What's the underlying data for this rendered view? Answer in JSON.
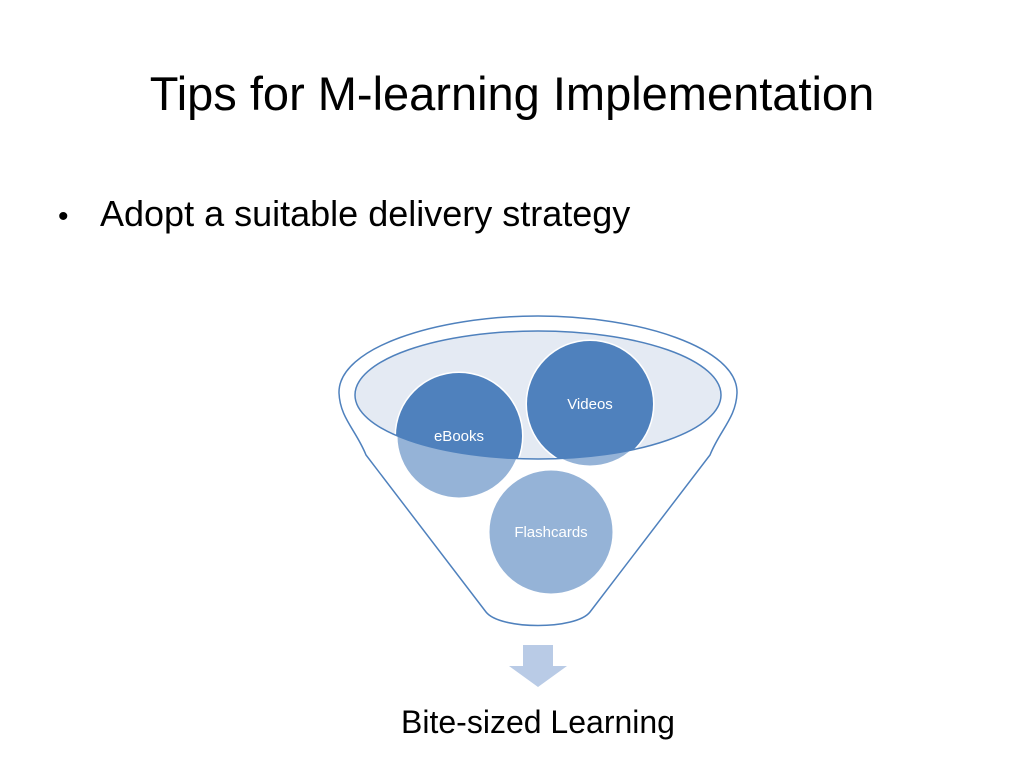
{
  "slide": {
    "title": "Tips for M-learning Implementation",
    "bullets": [
      {
        "marker": "•",
        "text": "Adopt a suitable delivery strategy"
      }
    ]
  },
  "funnel": {
    "items": [
      {
        "label": "eBooks"
      },
      {
        "label": "Videos"
      },
      {
        "label": "Flashcards"
      }
    ],
    "output_label": "Bite-sized Learning",
    "colors": {
      "outline": "#4f81bd",
      "rim_fill": "#e4eaf3",
      "circle_dark": "#4f81bd",
      "circle_light": "#95b3d7",
      "arrow": "#b9cbe6",
      "circle_text": "#ffffff"
    }
  }
}
